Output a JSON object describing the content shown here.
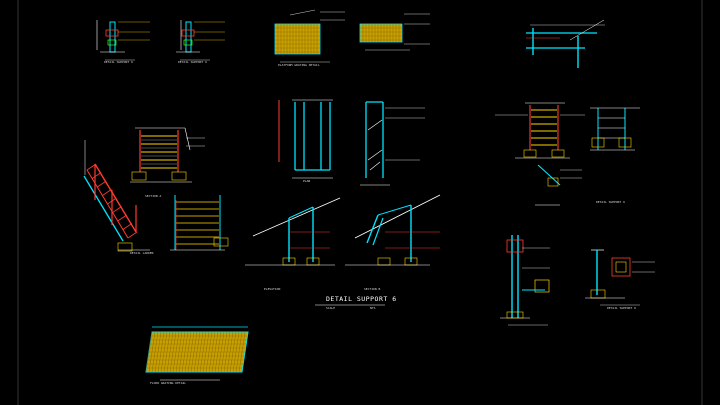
{
  "drawing": {
    "background": "#000000",
    "colors": {
      "cyan": "#00e5ff",
      "red": "#ff3b30",
      "yellow": "#ffd400",
      "white": "#ffffff",
      "green": "#39ff14",
      "grey": "#9a9a9a"
    },
    "main_title": "DETAIL SUPPORT 6",
    "main_title_scale": "SCALE",
    "main_title_nts": "NTS",
    "captions": {
      "support_a": "DETAIL SUPPORT 6",
      "support_b": "DETAIL SUPPORT 6",
      "grating_top": "PLATFORM GRATING DETAIL",
      "grating_bottom": "FLOOR GRATING DETAIL",
      "plan": "PLAN",
      "section_a": "SECTION A",
      "section_b": "SECTION B",
      "ladder_detail": "DETAIL LADDER",
      "elevation": "ELEVATION",
      "right_detail_a": "DETAIL SUPPORT 6",
      "right_detail_b": "DETAIL SUPPORT 6"
    }
  }
}
